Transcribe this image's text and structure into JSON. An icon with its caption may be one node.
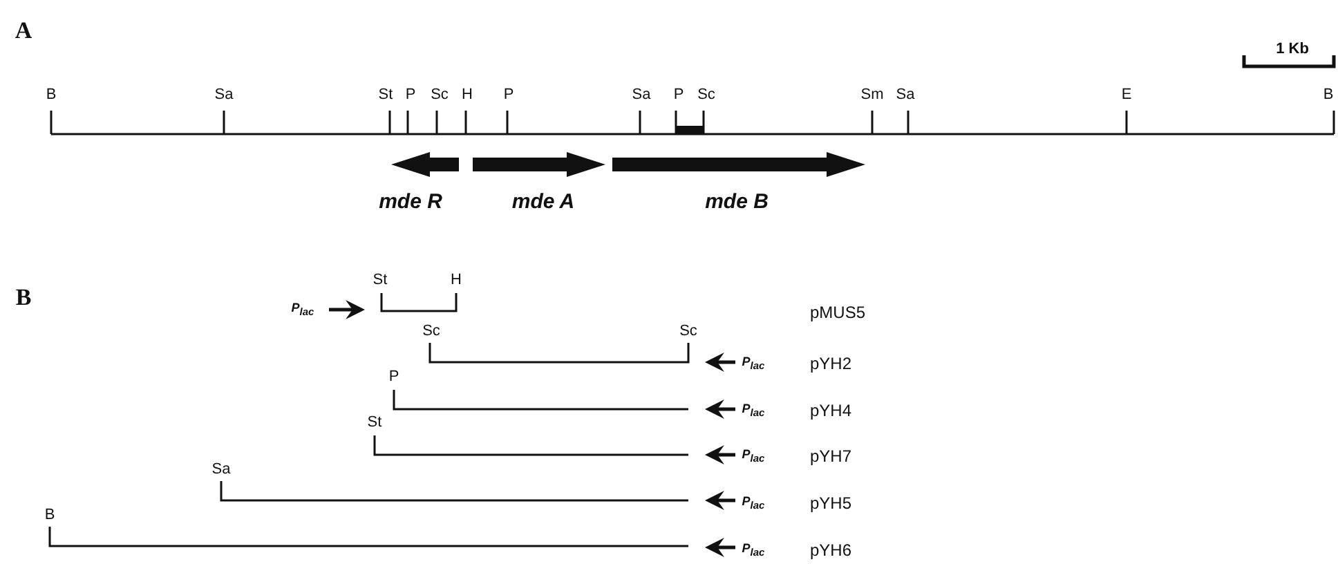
{
  "diagram": {
    "labels": [
      "A",
      "1 Kb",
      "B",
      "Sa",
      "St",
      "P",
      "Sc",
      "H",
      "P",
      "Sa",
      "P",
      "Sc",
      "Sm",
      "Sa",
      "E",
      "B",
      "mde R",
      "mde A",
      "mde B",
      "B",
      "St",
      "H",
      "P$_{lac}$",
      "pMUS5",
      "Sc",
      "Sc",
      "P$_{lac}$",
      "pYH2",
      "P",
      "P$_{lac}$",
      "pYH4",
      "St",
      "P$_{lac}$",
      "pYH7",
      "Sa",
      "P$_{lac}$",
      "pYH5",
      "B",
      "P$_{lac}$",
      "pYH6"
    ]
  }
}
